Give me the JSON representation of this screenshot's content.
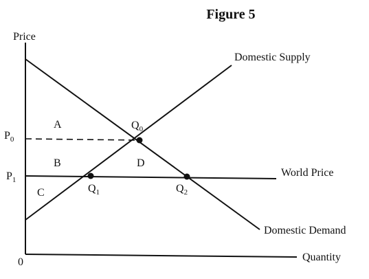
{
  "figure_title": "Figure 5",
  "axes": {
    "y_label": "Price",
    "x_label": "Quantity",
    "origin": "0"
  },
  "curves": {
    "supply": "Domestic Supply",
    "demand": "Domestic Demand",
    "world_price": "World Price"
  },
  "price_levels": {
    "p0": {
      "main": "P",
      "sub": "0"
    },
    "p1": {
      "main": "P",
      "sub": "1"
    }
  },
  "quantities": {
    "q0": {
      "main": "Q",
      "sub": "0"
    },
    "q1": {
      "main": "Q",
      "sub": "1"
    },
    "q2": {
      "main": "Q",
      "sub": "2"
    }
  },
  "regions": {
    "a": "A",
    "b": "B",
    "c": "C",
    "d": "D"
  }
}
